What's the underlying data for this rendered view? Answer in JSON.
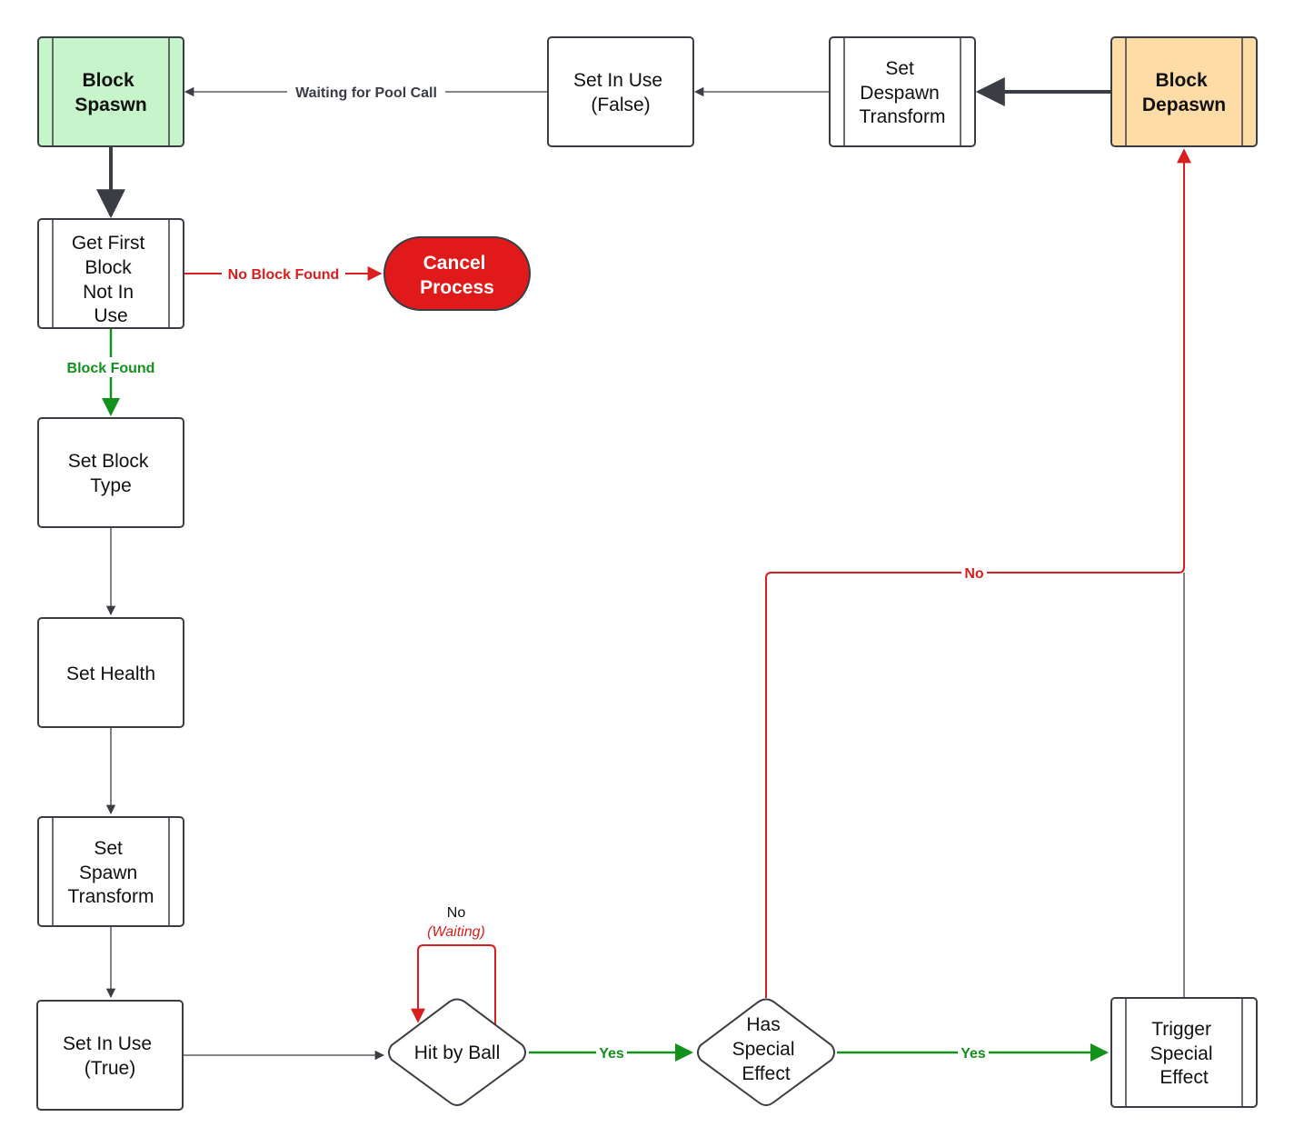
{
  "colors": {
    "stroke": "#3a3d44",
    "spawn_fill": "#c7f5cb",
    "despawn_fill": "#ffdca6",
    "cancel_fill": "#e01a1a",
    "red": "#d91f1f",
    "green": "#12911c",
    "dark": "#3a3d44"
  },
  "nodes": {
    "block_spawn": [
      "Block",
      "Spaswn"
    ],
    "set_in_use_false": [
      "Set In Use",
      "(False)"
    ],
    "set_despawn_transform": [
      "Set",
      "Despawn",
      "Transform"
    ],
    "block_despawn": [
      "Block",
      "Depaswn"
    ],
    "get_first_block": [
      "Get First",
      "Block",
      "Not In",
      "Use"
    ],
    "cancel_process": [
      "Cancel",
      "Process"
    ],
    "set_block_type": [
      "Set Block",
      "Type"
    ],
    "set_health": [
      "Set Health"
    ],
    "set_spawn_transform": [
      "Set",
      "Spawn",
      "Transform"
    ],
    "set_in_use_true": [
      "Set In Use",
      "(True)"
    ],
    "hit_by_ball": [
      "Hit by Ball"
    ],
    "has_special_effect": [
      "Has",
      "Special",
      "Effect"
    ],
    "trigger_special_effect": [
      "Trigger",
      "Special",
      "Effect"
    ]
  },
  "edge_labels": {
    "waiting_for_pool_call": "Waiting for Pool Call",
    "no_block_found": "No Block Found",
    "block_found": "Block Found",
    "hit_no": "No",
    "hit_waiting": "(Waiting)",
    "hit_yes": "Yes",
    "effect_yes": "Yes",
    "effect_no": "No"
  }
}
